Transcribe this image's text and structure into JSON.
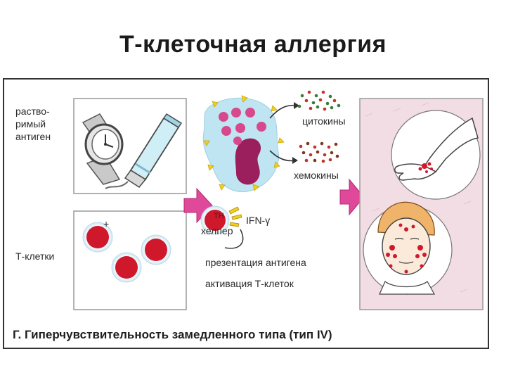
{
  "slide": {
    "title": "Т-клеточная аллергия"
  },
  "panel_left": {
    "antigen_label": [
      "раство-",
      "римый",
      "антиген"
    ],
    "tcells_label": "Т-клетки",
    "plus_sign": "+"
  },
  "panel_middle": {
    "cytokines": "цитокины",
    "chemokines": "хемокины",
    "th_cell": [
      "ТН",
      "хелпер"
    ],
    "ifn": "IFN-γ",
    "caption_lines": [
      "презентация антигена",
      "активация Т-клеток"
    ]
  },
  "caption": "Г. Гиперчувствительность замедленного типа (тип IV)",
  "colors": {
    "cell_red": "#d0182c",
    "blob_blue": "#bfe4f2",
    "macrophage_pink": "#d7488c",
    "arrow_magenta": "#e0489a",
    "panel_pink": "#f3dde4",
    "antigen_yellow": "#f3cf1a"
  }
}
